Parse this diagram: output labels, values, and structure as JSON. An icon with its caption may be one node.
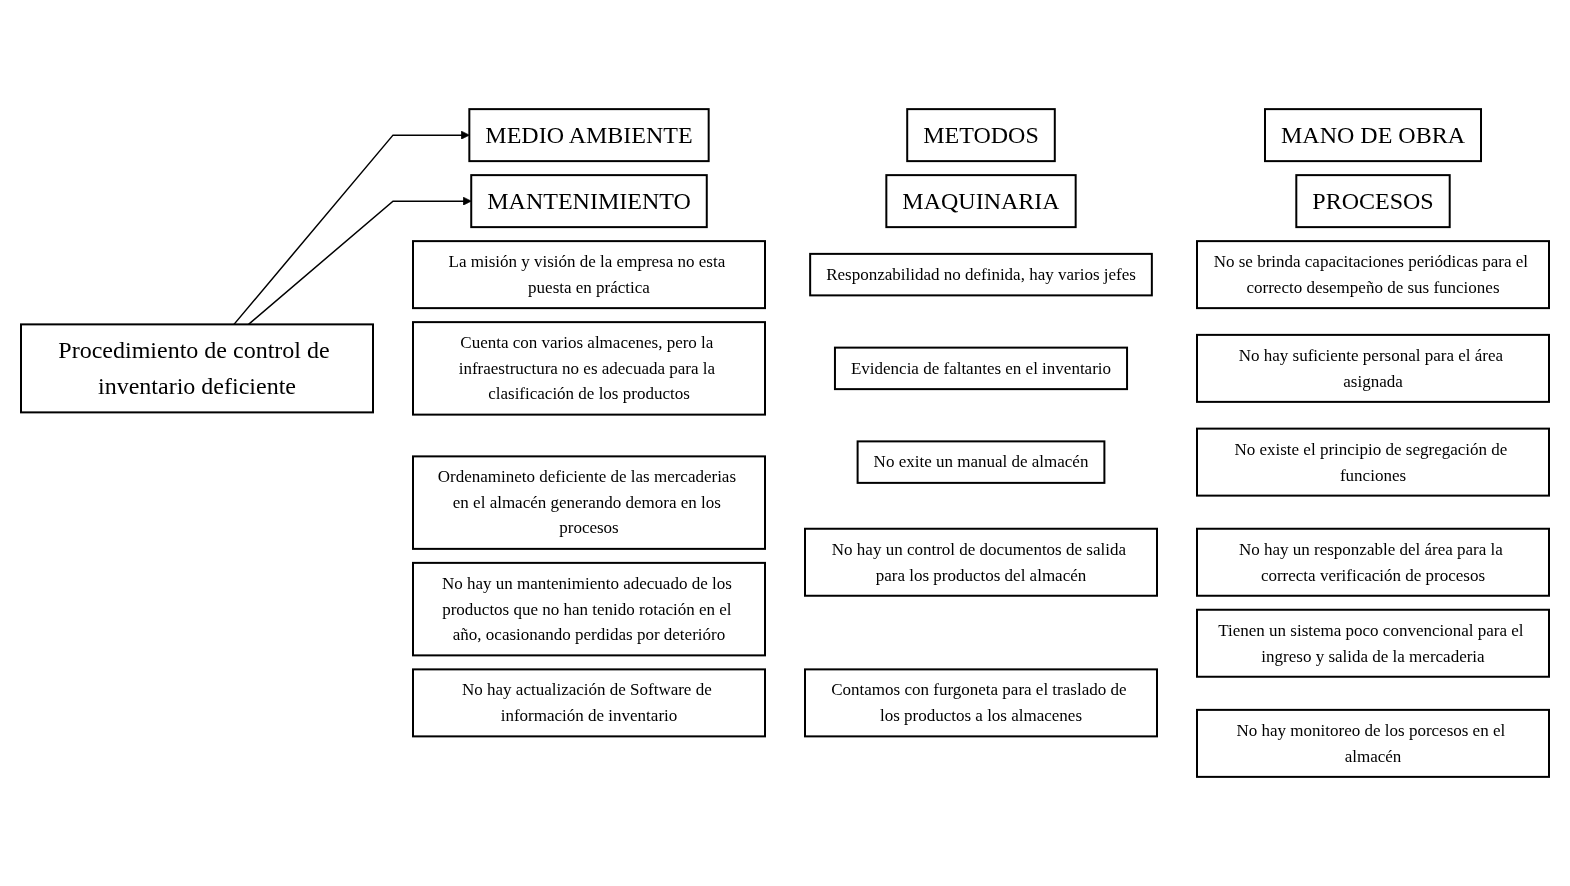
{
  "diagram": {
    "nodes": [
      {
        "text": [
          "Procedimiento de control de inventario deficiente"
        ]
      },
      {
        "text": [
          "MEDIO AMBIENTE"
        ]
      },
      {
        "text": [
          "METODOS"
        ]
      },
      {
        "text": [
          "MANO DE OBRA"
        ]
      },
      {
        "text": [
          "La misión y visión de la empresa no esta puesta en práctica"
        ]
      },
      {
        "text": [
          "Responzabilidad no definida, hay varios jefes"
        ]
      },
      {
        "text": [
          "No se brinda capacitaciones periódicas para el correcto desempeño de sus funciones"
        ]
      },
      {
        "text": [
          "Cuenta con varios almacenes, pero la infraestructura no es adecuada para la clasificación de los productos"
        ]
      },
      {
        "text": [
          "Evidencia de faltantes en el inventario"
        ]
      },
      {
        "text": [
          "No hay suficiente personal para el área asignada"
        ]
      },
      {
        "text": [
          "Ordenamineto deficiente de las mercaderias en el almacén generando demora en los procesos"
        ]
      },
      {
        "text": [
          "No exite un manual de almacén"
        ]
      },
      {
        "text": [
          "No existe el principio de segregación de funciones"
        ]
      },
      {
        "text": [
          "No hay un control de documentos de salida para los productos del almacén"
        ]
      },
      {
        "text": [
          "No hay actualización de Software de información de inventario"
        ]
      },
      {
        "text": [
          "No hay un responzable del área para la correcta verificación de procesos"
        ]
      },
      {
        "text": [
          "Contamos con furgoneta para el traslado de los productos a los almacenes"
        ]
      },
      {
        "text": [
          "Tienen un sistema poco convencional para el ingreso y salida de la mercaderia"
        ]
      },
      {
        "text": [
          "No hay un mantenimiento adecuado de los productos que no han tenido rotación en el año, ocasionando perdidas por deterióro"
        ]
      },
      {
        "text": [
          "No hay monitoreo de los porcesos en el almacén"
        ]
      },
      {
        "text": [
          "MANTENIMIENTO"
        ]
      },
      {
        "text": [
          "MAQUINARIA"
        ]
      },
      {
        "text": [
          "PROCESOS"
        ]
      }
    ],
    "edges": [
      {
        "from": 0,
        "to": 1,
        "arrow": "to"
      },
      {
        "from": 0,
        "to": 20,
        "arrow": "to"
      }
    ]
  }
}
